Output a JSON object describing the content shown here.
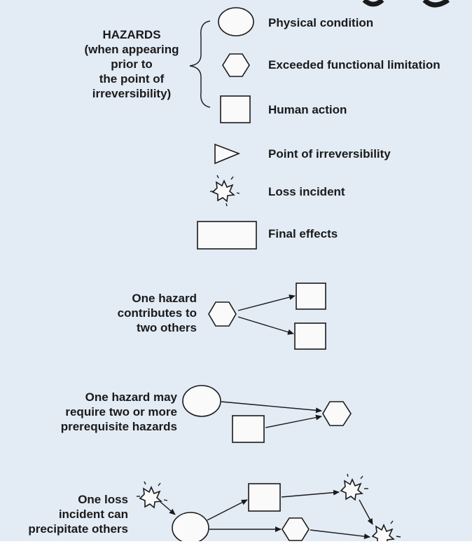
{
  "hazards_group": {
    "label_lines": [
      "HAZARDS",
      "(when appearing",
      "prior to",
      "the point of",
      "irreversibility)"
    ]
  },
  "legend": [
    {
      "symbol": "circle-icon",
      "label": "Physical condition"
    },
    {
      "symbol": "hexagon-icon",
      "label": "Exceeded functional limitation"
    },
    {
      "symbol": "square-icon",
      "label": "Human action"
    },
    {
      "symbol": "triangle-icon",
      "label": "Point of irreversibility"
    },
    {
      "symbol": "starburst-icon",
      "label": "Loss incident"
    },
    {
      "symbol": "rectangle-icon",
      "label": "Final effects"
    }
  ],
  "examples": [
    {
      "lines": [
        "One hazard",
        "contributes to",
        "two others"
      ]
    },
    {
      "lines": [
        "One hazard may",
        "require two or more",
        "prerequisite hazards"
      ]
    },
    {
      "lines": [
        "One loss",
        "incident can",
        "precipitate others"
      ]
    }
  ],
  "colors": {
    "background": "#e3ebf5",
    "ink": "#1a1a1a",
    "symbol_fill": "#fafafa"
  }
}
